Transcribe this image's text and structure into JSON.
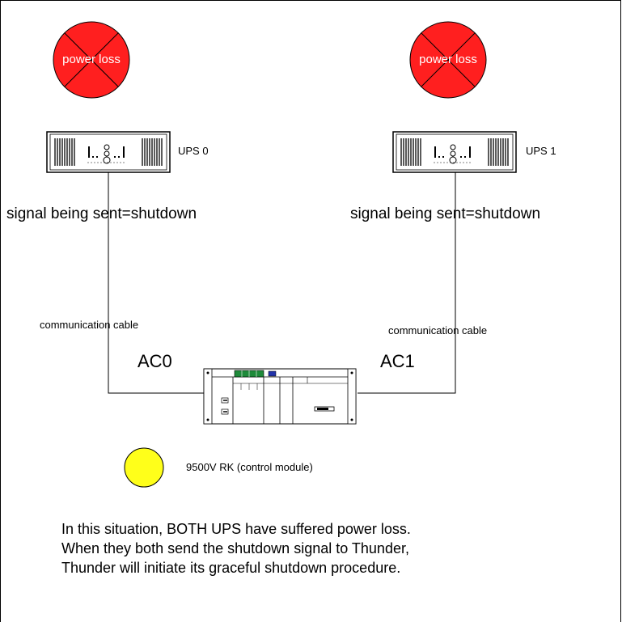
{
  "alarms": [
    {
      "label": "power loss",
      "color": "#ff1f1f"
    },
    {
      "label": "power loss",
      "color": "#ff1f1f"
    }
  ],
  "ups": [
    {
      "name": "UPS 0",
      "signal": "signal being sent=shutdown",
      "cable": "communication cable",
      "port": "AC0"
    },
    {
      "name": "UPS 1",
      "signal": "signal being sent=shutdown",
      "cable": "communication cable",
      "port": "AC1"
    }
  ],
  "controller": {
    "legend_label": "9500V RK (control module)",
    "legend_color": "#ffff1a"
  },
  "caption": [
    "In this situation, BOTH UPS have suffered power loss.",
    "When they both send the shutdown signal to Thunder,",
    "Thunder will initiate its graceful shutdown procedure."
  ],
  "colors": {
    "line": "#000000",
    "device_panel": "#ffffff",
    "panel_accent": "#1e8a3a",
    "panel_blue": "#2233aa"
  }
}
